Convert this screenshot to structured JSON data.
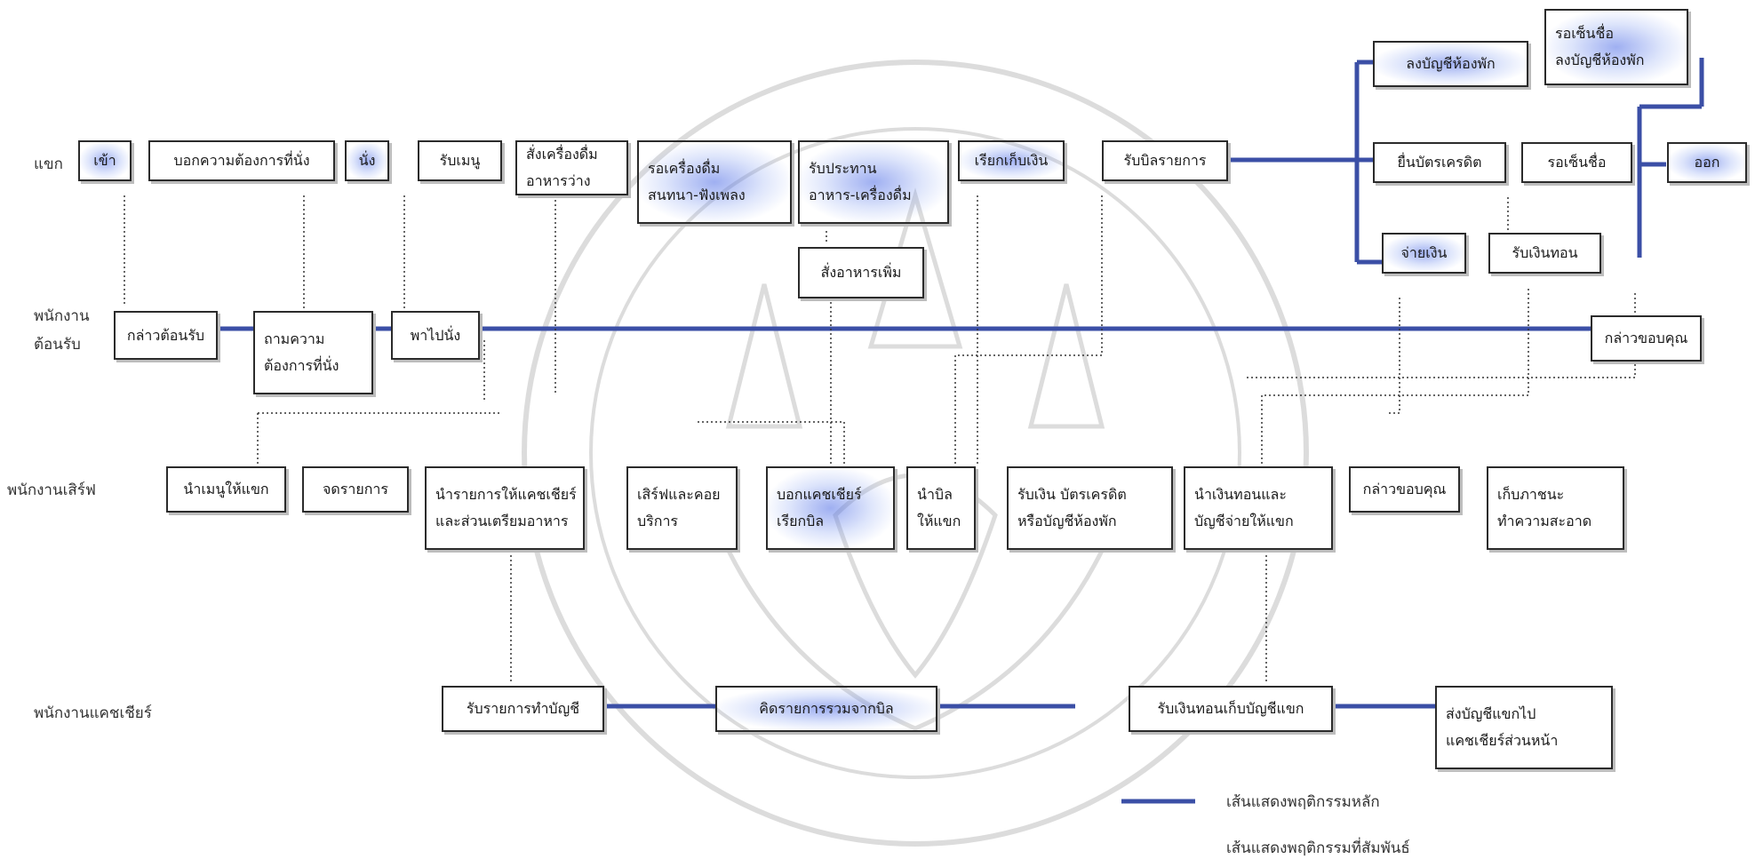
{
  "lanes": {
    "guest": "แขก",
    "receptionist_line1": "พนักงาน",
    "receptionist_line2": "ต้อนรับ",
    "server": "พนักงานเสิร์ฟ",
    "cashier": "พนักงานแคชเชียร์"
  },
  "boxes": {
    "g_enter": "เข้า",
    "g_tell_seat": "บอกความต้องการที่นั่ง",
    "g_sit": "นั่ง",
    "g_menu": "รับเมนู",
    "g_order_1": "สั่งเครื่องดื่ม",
    "g_order_2": "อาหารว่าง",
    "g_wait_1": "รอเครื่องดื่ม",
    "g_wait_2": "สนทนา-ฟังเพลง",
    "g_eat_1": "รับประทาน",
    "g_eat_2": "อาหาร-เครื่องดื่ม",
    "g_order_more": "สั่งอาหารเพิ่ม",
    "g_call_bill": "เรียกเก็บเงิน",
    "g_receive_bill": "รับบิลรายการ",
    "g_room_charge": "ลงบัญชีห้องพัก",
    "g_wait_sign_1": "รอเซ็นชื่อ",
    "g_wait_sign_2": "ลงบัญชีห้องพัก",
    "g_credit": "ยื่นบัตรเครดิต",
    "g_wait_sign": "รอเซ็นชื่อ",
    "g_exit": "ออก",
    "g_pay": "จ่ายเงิน",
    "g_change": "รับเงินทอน",
    "r_greet": "กล่าวต้อนรับ",
    "r_ask_1": "ถามความ",
    "r_ask_2": "ต้องการที่นั่ง",
    "r_lead": "พาไปนั่ง",
    "r_thanks": "กล่าวขอบคุณ",
    "s_menu": "นำเมนูให้แขก",
    "s_note": "จดรายการ",
    "s_bring_1": "นำรายการให้แคชเชียร์",
    "s_bring_2": "และส่วนเตรียมอาหาร",
    "s_serve_1": "เสิร์ฟและคอย",
    "s_serve_2": "บริการ",
    "s_tell_1": "บอกแคชเชียร์",
    "s_tell_2": "เรียกบิล",
    "s_bill_1": "นำบิล",
    "s_bill_2": "ให้แขก",
    "s_recv_1": "รับเงิน บัตรเครดิต",
    "s_recv_2": "หรือบัญชีห้องพัก",
    "s_change_1": "นำเงินทอนและ",
    "s_change_2": "บัญชีจ่ายให้แขก",
    "s_thanks": "กล่าวขอบคุณ",
    "s_clean_1": "เก็บภาชนะ",
    "s_clean_2": "ทำความสะอาด",
    "c_receive": "รับรายการทำบัญชี",
    "c_calc": "คิดรายการรวมจากบิล",
    "c_money": "รับเงินทอนเก็บบัญชีแขก",
    "c_send_1": "ส่งบัญชีแขกไป",
    "c_send_2": "แคชเชียร์ส่วนหน้า"
  },
  "legend": {
    "main": "เส้นแสดงพฤติกรรมหลัก",
    "related": "เส้นแสดงพฤติกรรมที่สัมพันธ์"
  },
  "colors": {
    "main_line": "#3b4fa6",
    "related_line": "#333333",
    "box_border": "#2b2b2b"
  }
}
